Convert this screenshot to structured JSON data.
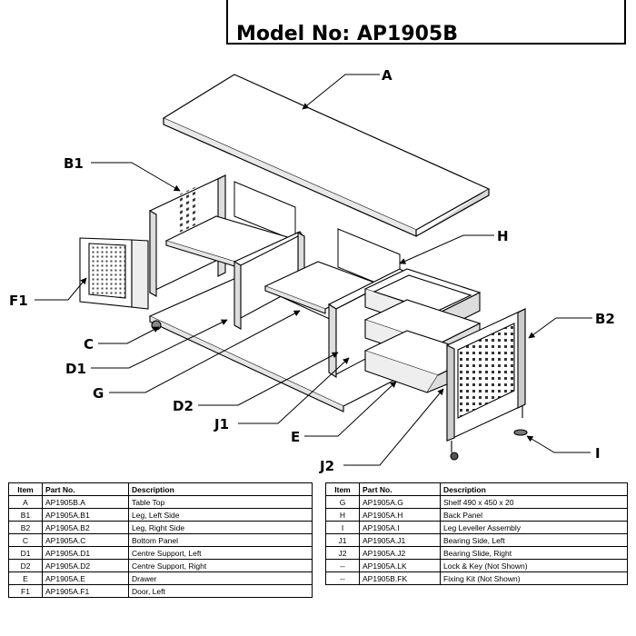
{
  "model_title": "Model No: AP1905B",
  "callouts": {
    "A": "A",
    "B1": "B1",
    "B2": "B2",
    "C": "C",
    "D1": "D1",
    "D2": "D2",
    "E": "E",
    "F1": "F1",
    "G": "G",
    "H": "H",
    "I": "I",
    "J1": "J1",
    "J2": "J2"
  },
  "table_headers": {
    "item": "Item",
    "part_no": "Part No.",
    "description": "Description"
  },
  "parts_left": [
    {
      "item": "A",
      "part_no": "AP1905B.A",
      "description": "Table Top"
    },
    {
      "item": "B1",
      "part_no": "AP1905A.B1",
      "description": "Leg, Left Side"
    },
    {
      "item": "B2",
      "part_no": "AP1905A.B2",
      "description": "Leg, Right Side"
    },
    {
      "item": "C",
      "part_no": "AP1905A.C",
      "description": "Bottom Panel"
    },
    {
      "item": "D1",
      "part_no": "AP1905A.D1",
      "description": "Centre Support, Left"
    },
    {
      "item": "D2",
      "part_no": "AP1905A.D2",
      "description": "Centre Support, Right"
    },
    {
      "item": "E",
      "part_no": "AP1905A.E",
      "description": "Drawer"
    },
    {
      "item": "F1",
      "part_no": "AP1905A.F1",
      "description": "Door, Left"
    }
  ],
  "parts_right": [
    {
      "item": "G",
      "part_no": "AP1905A.G",
      "description": "Shelf 490 x 450 x 20"
    },
    {
      "item": "H",
      "part_no": "AP1905A.H",
      "description": "Back Panel"
    },
    {
      "item": "I",
      "part_no": "AP1905A.I",
      "description": "Leg Leveller Assembly"
    },
    {
      "item": "J1",
      "part_no": "AP1905A.J1",
      "description": "Bearing Side, Left"
    },
    {
      "item": "J2",
      "part_no": "AP1905A.J2",
      "description": "Bearing Slide, Right"
    },
    {
      "item": "--",
      "part_no": "AP1905A.LK",
      "description": "Lock & Key (Not Shown)"
    },
    {
      "item": "--",
      "part_no": "AP1905B.FK",
      "description": "Fixing Kit (Not Shown)"
    }
  ]
}
